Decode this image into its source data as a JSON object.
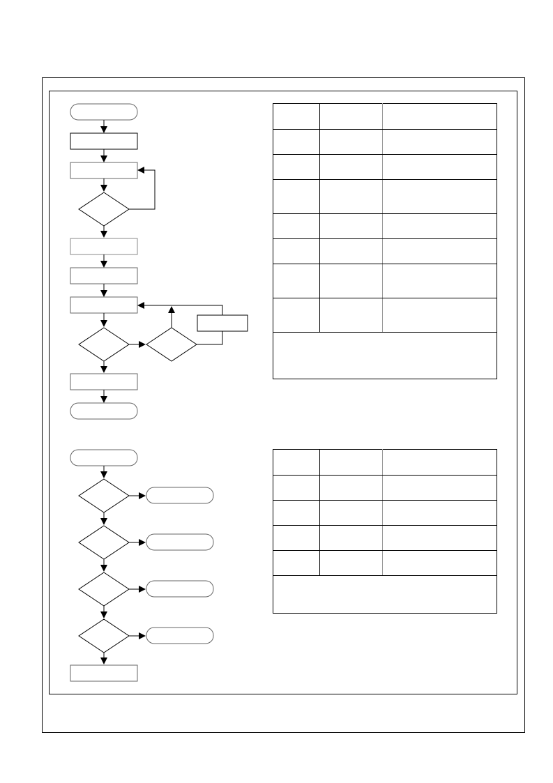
{
  "page": {
    "frame_color": "#000000",
    "box_border_color": "#000000",
    "box_border_light_color": "#9a9a9a",
    "background": "#ffffff"
  },
  "flowchart_1": {
    "nodes": [
      {
        "id": "start",
        "shape": "terminator",
        "label": ""
      },
      {
        "id": "step-1",
        "shape": "process",
        "label": ""
      },
      {
        "id": "step-2",
        "shape": "process",
        "label": ""
      },
      {
        "id": "decision-1",
        "shape": "decision",
        "label": ""
      },
      {
        "id": "step-3",
        "shape": "process",
        "label": ""
      },
      {
        "id": "step-4",
        "shape": "process",
        "label": ""
      },
      {
        "id": "step-5",
        "shape": "process",
        "label": ""
      },
      {
        "id": "decision-2",
        "shape": "decision",
        "label": ""
      },
      {
        "id": "decision-3",
        "shape": "decision",
        "label": ""
      },
      {
        "id": "side-step",
        "shape": "process",
        "label": ""
      },
      {
        "id": "step-6",
        "shape": "process",
        "label": ""
      },
      {
        "id": "end",
        "shape": "terminator",
        "label": ""
      }
    ]
  },
  "flowchart_2": {
    "nodes": [
      {
        "id": "start",
        "shape": "terminator",
        "label": ""
      },
      {
        "id": "decision-1",
        "shape": "decision",
        "label": ""
      },
      {
        "id": "out-1",
        "shape": "terminator",
        "label": ""
      },
      {
        "id": "decision-2",
        "shape": "decision",
        "label": ""
      },
      {
        "id": "out-2",
        "shape": "terminator",
        "label": ""
      },
      {
        "id": "decision-3",
        "shape": "decision",
        "label": ""
      },
      {
        "id": "out-3",
        "shape": "terminator",
        "label": ""
      },
      {
        "id": "decision-4",
        "shape": "decision",
        "label": ""
      },
      {
        "id": "out-4",
        "shape": "terminator",
        "label": ""
      },
      {
        "id": "final",
        "shape": "process",
        "label": ""
      }
    ]
  },
  "table_1": {
    "header": [
      "",
      "",
      ""
    ],
    "rows": [
      [
        "",
        "",
        ""
      ],
      [
        "",
        "",
        ""
      ],
      [
        "",
        "",
        ""
      ],
      [
        "",
        "",
        ""
      ],
      [
        "",
        "",
        ""
      ],
      [
        "",
        "",
        ""
      ],
      [
        "",
        "",
        ""
      ]
    ],
    "note": ""
  },
  "table_2": {
    "header": [
      "",
      "",
      ""
    ],
    "rows": [
      [
        "",
        "",
        ""
      ],
      [
        "",
        "",
        ""
      ],
      [
        "",
        "",
        ""
      ],
      [
        "",
        "",
        ""
      ]
    ],
    "note": ""
  }
}
